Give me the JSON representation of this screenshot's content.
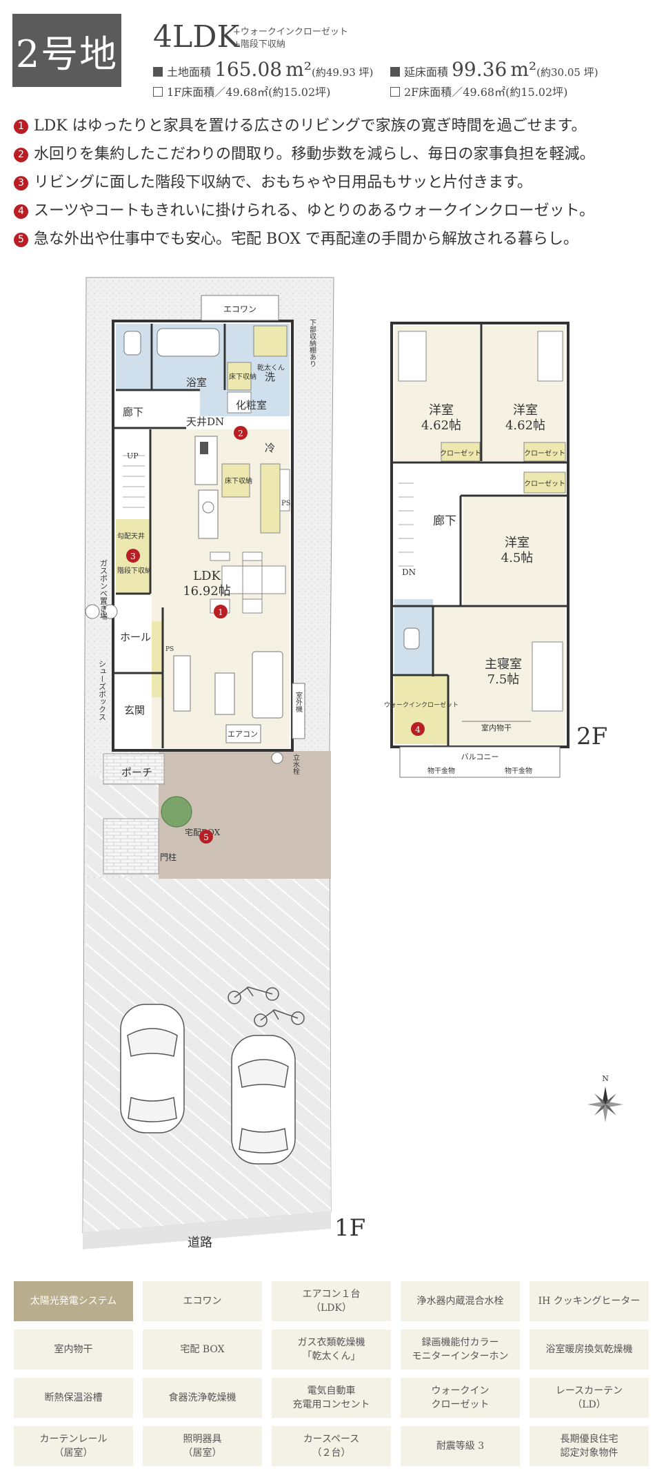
{
  "header": {
    "lot_label": "2号地",
    "layout": "4LDK",
    "notes": [
      "+ウォークインクローゼット",
      "+階段下収納"
    ],
    "land_area": {
      "label": "土地面積",
      "value": "165.08",
      "unit": "m²",
      "tsubo": "(約49.93 坪)"
    },
    "floor_area_1f": {
      "label": "1F床面積",
      "value": "／49.68㎡(約15.02坪)"
    },
    "total_floor_area": {
      "label": "延床面積",
      "value": "99.36",
      "unit": "m²",
      "tsubo": "(約30.05 坪)"
    },
    "floor_area_2f": {
      "label": "2F床面積",
      "value": "／49.68㎡(約15.02坪)"
    }
  },
  "features": [
    {
      "num": "1",
      "text": "LDK はゆったりと家具を置ける広さのリビングで家族の寛ぎ時間を過ごせます。"
    },
    {
      "num": "2",
      "text": "水回りを集約したこだわりの間取り。移動歩数を減らし、毎日の家事負担を軽減。"
    },
    {
      "num": "3",
      "text": "リビングに面した階段下収納で、おもちゃや日用品もサッと片付きます。"
    },
    {
      "num": "4",
      "text": "スーツやコートもきれいに掛けられる、ゆとりのあるウォークインクローゼット。"
    },
    {
      "num": "5",
      "text": "急な外出や仕事中でも安心。宅配 BOX で再配達の手間から解放される暮らし。"
    }
  ],
  "plan_1f": {
    "floor_label": "1F",
    "road": "道路",
    "ecoone": "エコワン",
    "under_storage": "下部収納棚あり",
    "kanta": "乾太くん",
    "bath": "浴室",
    "wash": "洗",
    "floor_storage": "床下収納",
    "vanity": "化粧室",
    "hall": "廊下",
    "ceiling_dn": "天井DN",
    "fridge": "冷",
    "up": "UP",
    "loft_ceiling": "勾配天井",
    "under_stair": "階段下収納",
    "ps": "PS",
    "ldk": "LDK",
    "ldk_size": "16.92帖",
    "gas_cylinder": "ガスボンベ置き場",
    "hall_entry": "ホール",
    "shoe_box": "シューズボックス",
    "entrance": "玄関",
    "aircon": "エアコン",
    "outdoor_unit": "室外機",
    "faucet": "立水栓",
    "porch": "ポーチ",
    "delivery_box": "宅配BOX",
    "gate": "門柱",
    "ps_small": "PS"
  },
  "plan_2f": {
    "floor_label": "2F",
    "room_a": "洋室",
    "room_a_size": "4.62帖",
    "room_b": "洋室",
    "room_b_size": "4.62帖",
    "closet": "クローゼット",
    "hall": "廊下",
    "room_c": "洋室",
    "room_c_size": "4.5帖",
    "dn": "DN",
    "master": "主寝室",
    "master_size": "7.5帖",
    "walk_in": "ウォークインクローゼット",
    "indoor_dryer": "室内物干",
    "balcony": "バルコニー",
    "hanger": "物干金物"
  },
  "equipment": [
    "太陽光発電システム",
    "エコワン",
    "エアコン１台\n（LDK）",
    "浄水器内蔵混合水栓",
    "IH クッキングヒーター",
    "室内物干",
    "宅配 BOX",
    "ガス衣類乾燥機\n「乾太くん」",
    "録画機能付カラー\nモニターインターホン",
    "浴室暖房換気乾燥機",
    "断熱保温浴槽",
    "食器洗浄乾燥機",
    "電気自動車\n充電用コンセント",
    "ウォークイン\nクローゼット",
    "レースカーテン\n（LD）",
    "カーテンレール\n（居室）",
    "照明器具\n（居室）",
    "カースペース\n（２台）",
    "耐震等級 3",
    "長期優良住宅\n認定対象物件"
  ],
  "equipment_active": [
    0
  ],
  "colors": {
    "accent_red": "#b81e24",
    "badge_gray": "#5b5b5b",
    "tile_bg": "#f4f1e6",
    "tile_active": "#b8ad8c",
    "water_blue": "#cfe0ec",
    "ldk_cream": "#f5f1e3",
    "storage_yellow": "#ece8b0",
    "yard_taupe": "#cdc0b5"
  }
}
